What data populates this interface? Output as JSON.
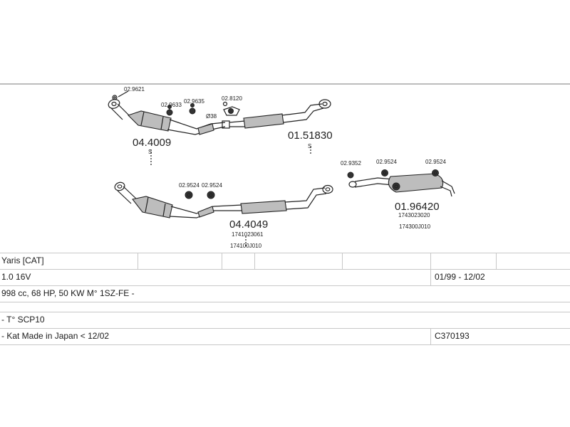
{
  "diagram": {
    "upper_system": {
      "front_pipe_code": "04.4009",
      "front_pipe_suffix": "S",
      "rear_section_code": "01.51830",
      "rear_section_suffix": "S",
      "clamp_labels": [
        "02.9621",
        "02.9633",
        "02.9635",
        "02.8120"
      ],
      "clamp_size": "Ø38"
    },
    "lower_system": {
      "front_pipe_code": "04.4049",
      "oem_refs": [
        "1741023061",
        "174100J010"
      ],
      "clamp_labels": [
        "02.9524",
        "02.9524"
      ]
    },
    "rear_silencer": {
      "code": "01.96420",
      "oem_refs": [
        "1743023020",
        "174300J010"
      ],
      "clamp_labels": [
        "02.9352",
        "02.9524",
        "02.9524"
      ]
    }
  },
  "spec_table": {
    "model": "Yaris  [CAT]",
    "engine": "1.0 16V",
    "date_range": "01/99 - 12/02",
    "engine_details": "998 cc, 68 HP, 50 KW M° 1SZ-FE -",
    "chassis": "- T° SCP10",
    "note": "- Kat Made in Japan < 12/02",
    "reference": "C370193"
  }
}
